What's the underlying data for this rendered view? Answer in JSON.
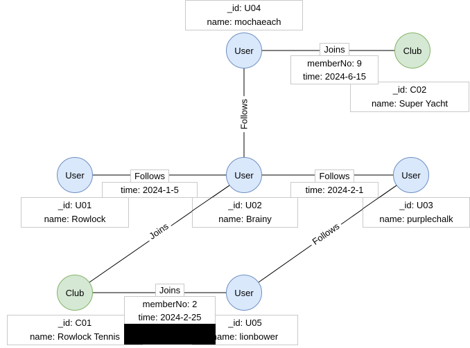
{
  "diagram": {
    "nodes": {
      "u04": {
        "type": "User",
        "id": "_id: U04",
        "name": "name: mochaeach"
      },
      "c02": {
        "type": "Club",
        "id": "_id: C02",
        "name": "name: Super Yacht"
      },
      "u01": {
        "type": "User",
        "id": "_id: U01",
        "name": "name: Rowlock"
      },
      "u02": {
        "type": "User",
        "id": "_id: U02",
        "name": "name: Brainy"
      },
      "u03": {
        "type": "User",
        "id": "_id: U03",
        "name": "name: purplechalk"
      },
      "c01": {
        "type": "Club",
        "id": "_id: C01",
        "name": "name: Rowlock Tennis"
      },
      "u05": {
        "type": "User",
        "id": "_id: U05",
        "name": "name: lionbower"
      }
    },
    "edges": {
      "u04_c02": {
        "title": "Joins",
        "prop1": "memberNo: 9",
        "prop2": "time: 2024-6-15"
      },
      "u04_u02": {
        "title": "Follows"
      },
      "u01_u02": {
        "title": "Follows",
        "prop1": "time: 2024-1-5"
      },
      "u02_u03": {
        "title": "Follows",
        "prop1": "time: 2024-2-1"
      },
      "c01_u02": {
        "title": "Joins"
      },
      "u05_u03": {
        "title": "Follows"
      },
      "c01_u05": {
        "title": "Joins",
        "prop1": "memberNo: 2",
        "prop2": "time: 2024-2-25"
      }
    },
    "colors": {
      "user_fill": "#dae8fc",
      "user_border": "#6c8ebf",
      "club_fill": "#d5e8d4",
      "club_border": "#82b366",
      "edge_line": "#000000",
      "label_border": "#c9c9c9",
      "black_box": "#000000"
    }
  }
}
